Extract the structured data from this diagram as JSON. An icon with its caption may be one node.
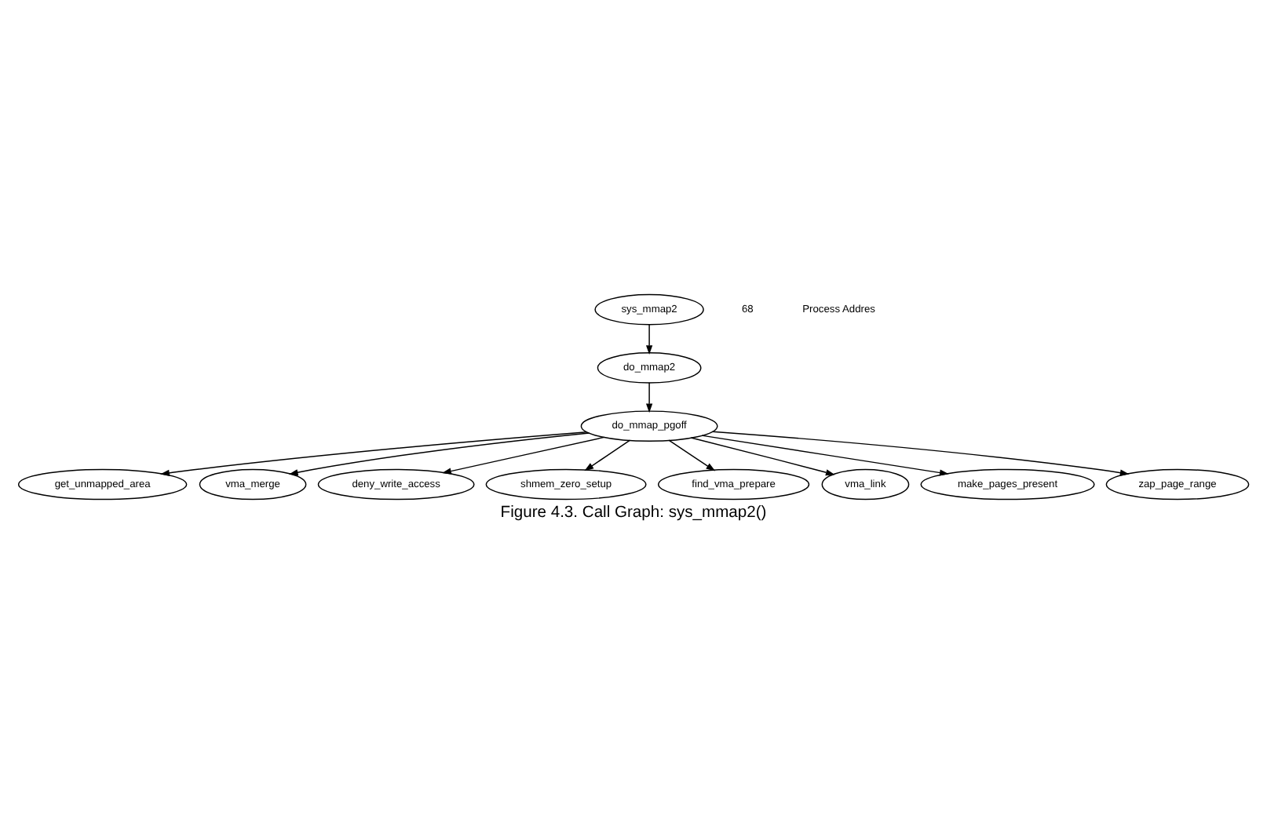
{
  "diagram": {
    "caption": "Figure 4.3. Call Graph: sys_mmap2()",
    "nodes": [
      {
        "text": [
          "sys_mmap2"
        ]
      },
      {
        "text": [
          "do_mmap2"
        ]
      },
      {
        "text": [
          "do_mmap_pgoff"
        ]
      },
      {
        "text": [
          "get_unmapped_area"
        ]
      },
      {
        "text": [
          "vma_merge"
        ]
      },
      {
        "text": [
          "deny_write_access"
        ]
      },
      {
        "text": [
          "shmem_zero_setup"
        ]
      },
      {
        "text": [
          "find_vma_prepare"
        ]
      },
      {
        "text": [
          "vma_link"
        ]
      },
      {
        "text": [
          "make_pages_present"
        ]
      },
      {
        "text": [
          "zap_page_range"
        ]
      }
    ],
    "edges": [
      {
        "from": 0,
        "to": 1,
        "arrow": "to"
      },
      {
        "from": 1,
        "to": 2,
        "arrow": "to"
      },
      {
        "from": 2,
        "to": 3,
        "arrow": "to"
      },
      {
        "from": 2,
        "to": 4,
        "arrow": "to"
      },
      {
        "from": 2,
        "to": 5,
        "arrow": "to"
      },
      {
        "from": 2,
        "to": 6,
        "arrow": "to"
      },
      {
        "from": 2,
        "to": 7,
        "arrow": "to"
      },
      {
        "from": 2,
        "to": 8,
        "arrow": "to"
      },
      {
        "from": 2,
        "to": 9,
        "arrow": "to"
      },
      {
        "from": 2,
        "to": 10,
        "arrow": "to"
      }
    ],
    "labels": [
      "68",
      "Process Addres"
    ]
  }
}
